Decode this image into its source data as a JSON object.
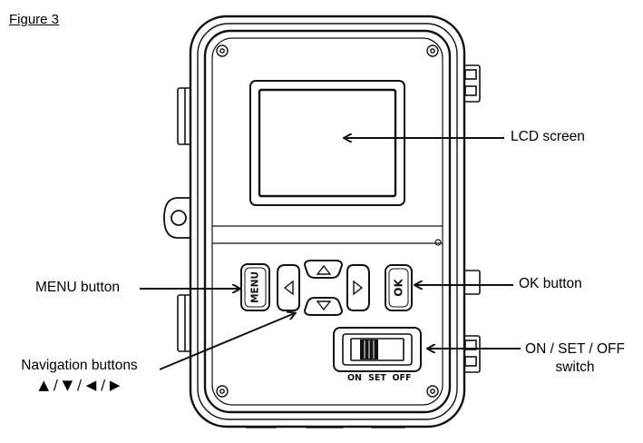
{
  "figure": {
    "title": "Figure 3"
  },
  "device": {
    "buttons": {
      "menu_text": "MENU",
      "ok_text": "OK"
    },
    "switch_positions": [
      "ON",
      "SET",
      "OFF"
    ]
  },
  "callouts": {
    "lcd_screen": "LCD screen",
    "menu_button": "MENU button",
    "ok_button": "OK button",
    "navigation_line1": "Navigation buttons",
    "navigation_line2": "▲ / ▼ / ◀ / ▶",
    "switch_line1": "ON / SET / OFF",
    "switch_line2": "switch"
  },
  "colors": {
    "stroke": "#111111",
    "background": "#ffffff"
  }
}
